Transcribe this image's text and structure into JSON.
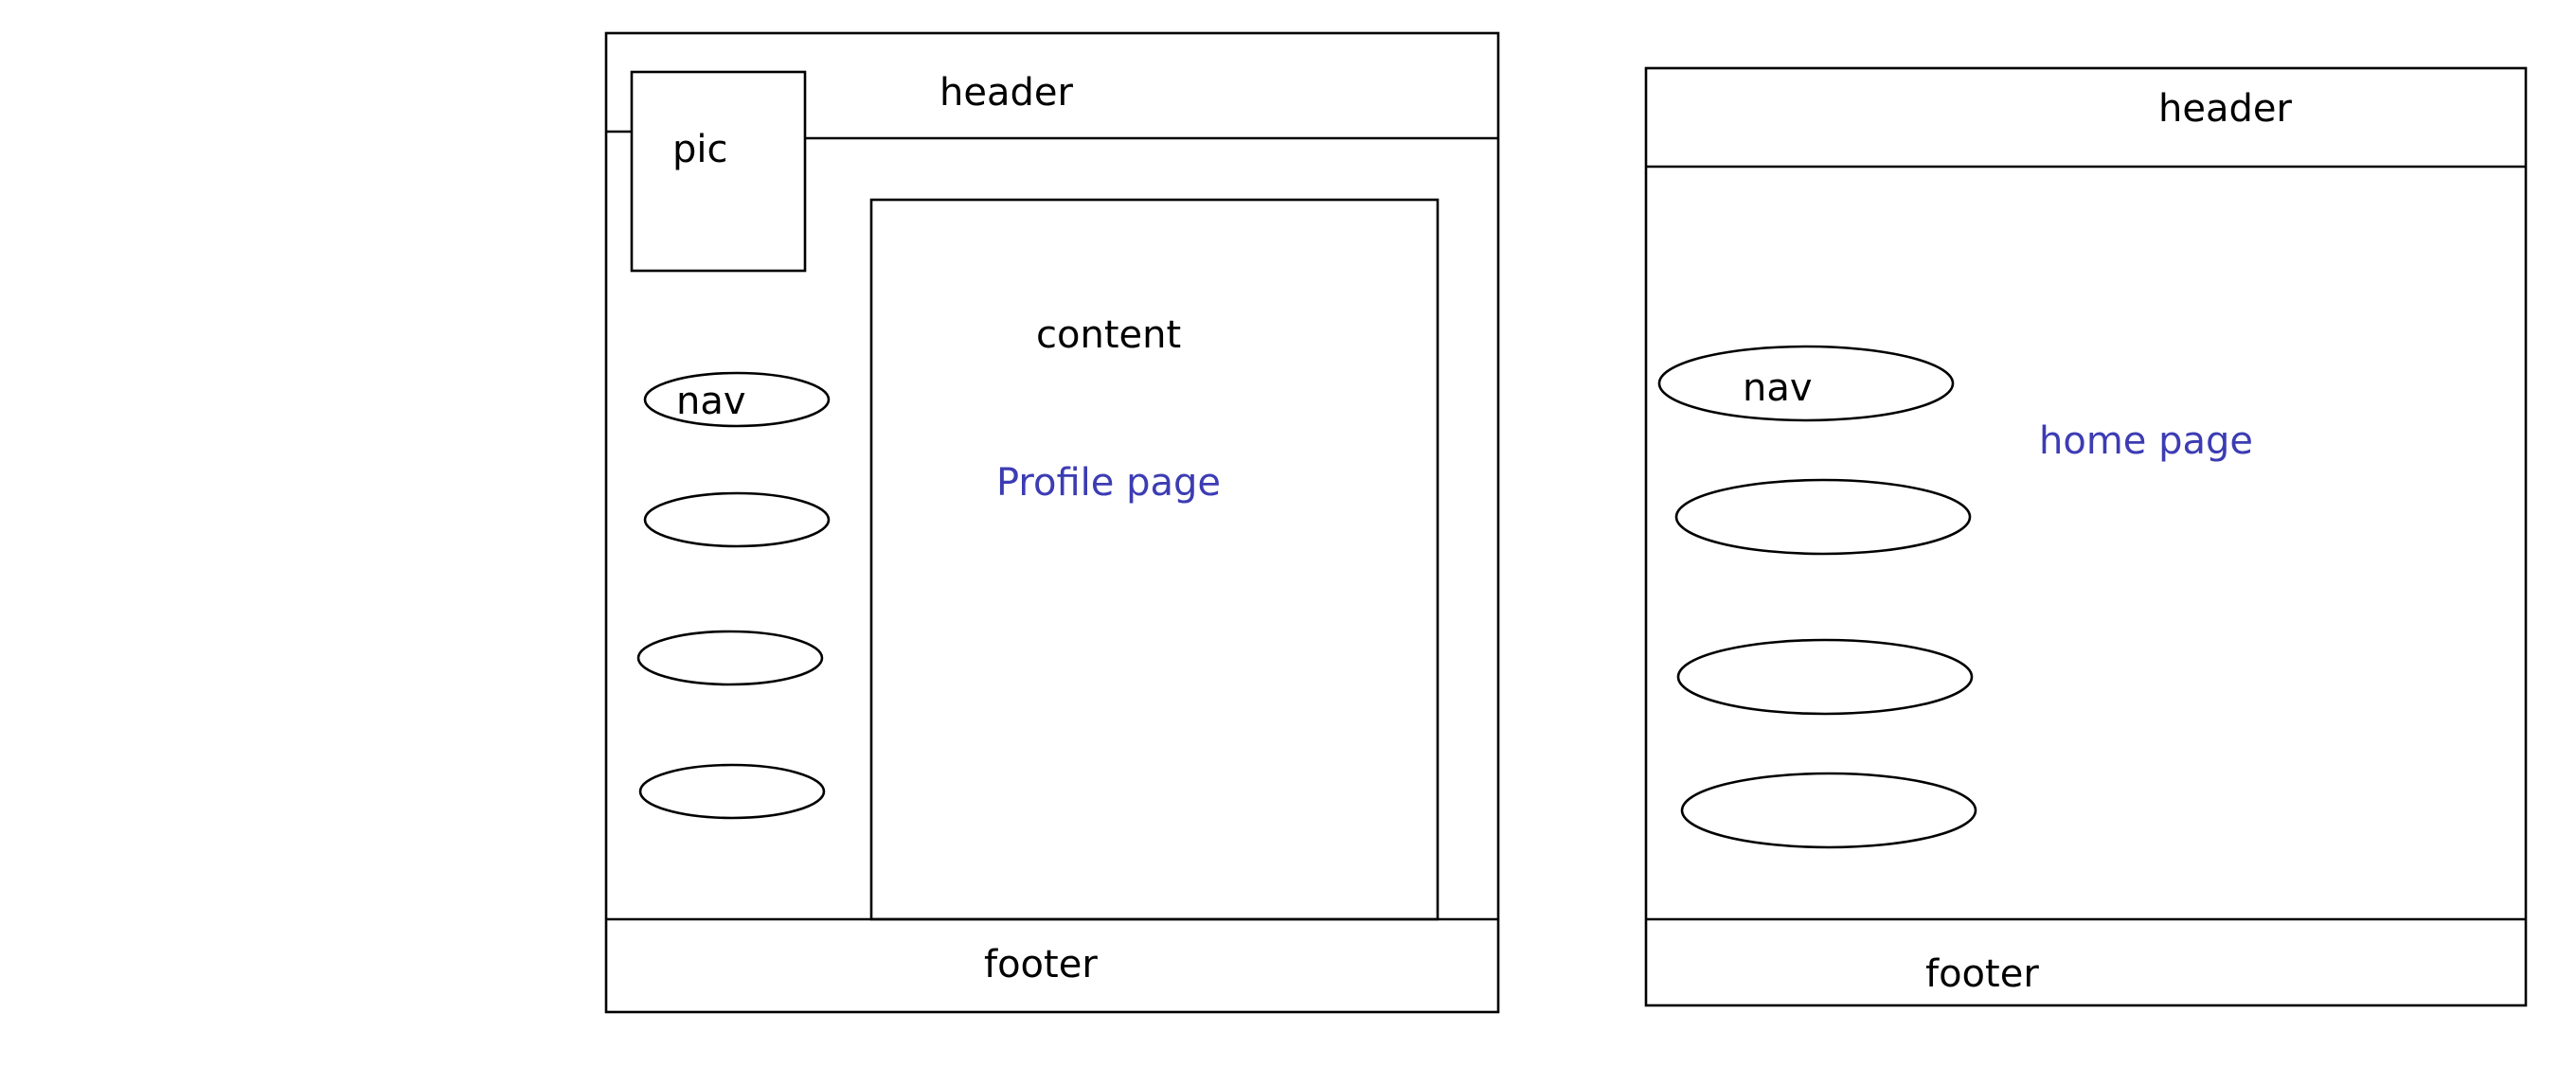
{
  "colors": {
    "stroke": "#000000",
    "page_title": "#3c3cb4",
    "background": "#ffffff"
  },
  "profile_wireframe": {
    "header": "header",
    "pic": "pic",
    "content": "content",
    "page_title": "Profile page",
    "nav": "nav",
    "footer": "footer",
    "nav_item_count": 4
  },
  "home_wireframe": {
    "header": "header",
    "nav": "nav",
    "page_title": "home page",
    "footer": "footer",
    "nav_item_count": 4
  }
}
